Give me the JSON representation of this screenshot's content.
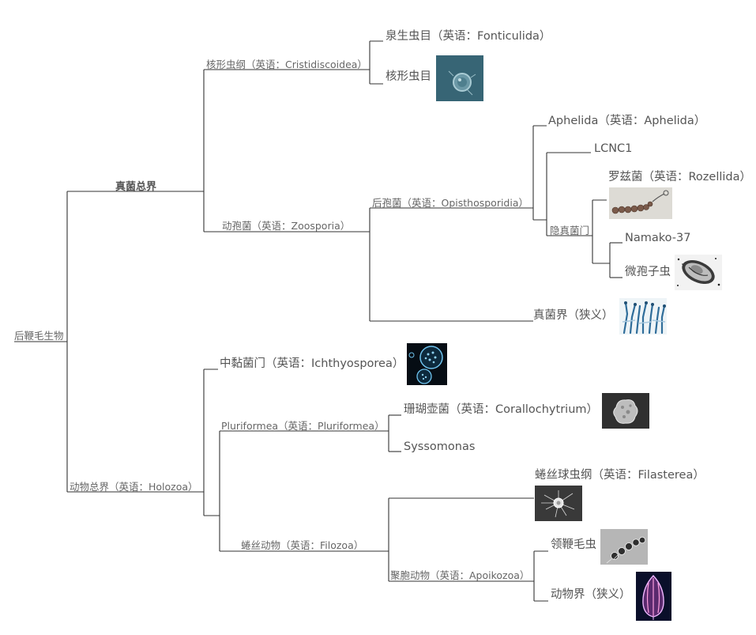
{
  "nodes": {
    "root": "后鞭毛生物",
    "holomycota": "真菌总界",
    "cristidiscoidea": "核形虫纲（英语：Cristidiscoidea）",
    "fonticulida": "泉生虫目（英语：Fonticulida）",
    "nucleariida": "核形虫目",
    "zoosporia": "动孢菌（英语：Zoosporia）",
    "opisthosporidia": "后孢菌（英语：Opisthosporidia）",
    "aphelida": "Aphelida（英语：Aphelida）",
    "lcnc1": "LCNC1",
    "cryptomycota": "隐真菌门",
    "rozellida": "罗兹菌（英语：Rozellida）",
    "namako": "Namako-37",
    "microsporidia": "微孢子虫",
    "fungi": "真菌界（狭义）",
    "holozoa": "动物总界（英语：Holozoa）",
    "ichthyosporea": "中黏菌门（英语：Ichthyosporea）",
    "pluriformea": "Pluriformea（英语：Pluriformea）",
    "corallochytrium": "珊瑚壶菌（英语：Corallochytrium）",
    "syssomonas": "Syssomonas",
    "filozoa": "蜷丝动物（英语：Filozoa）",
    "filasterea": "蜷丝球虫纲（英语：Filasterea）",
    "apoikozoa": "聚胞动物（英语：Apoikozoa）",
    "choanoflagellates": "领鞭毛虫",
    "animalia": "动物界（狭义）"
  },
  "images": [
    {
      "name": "nucleariida-image",
      "subject": "nucleariid amoeba micrograph"
    },
    {
      "name": "rozellida-image",
      "subject": "Rozella spores micrograph"
    },
    {
      "name": "microsporidia-image",
      "subject": "microsporidian spore micrograph"
    },
    {
      "name": "fungi-image",
      "subject": "fungal hyphae micrograph"
    },
    {
      "name": "ichthyosporea-image",
      "subject": "ichthyosporean cells micrograph"
    },
    {
      "name": "corallochytrium-image",
      "subject": "Corallochytrium cell micrograph"
    },
    {
      "name": "filasterea-image",
      "subject": "Capsaspora cell micrograph"
    },
    {
      "name": "choanoflagellates-image",
      "subject": "choanoflagellate colony micrograph"
    },
    {
      "name": "animalia-image",
      "subject": "comb jelly photo"
    }
  ],
  "colors": {
    "line": "#333333",
    "text": "#555555"
  }
}
